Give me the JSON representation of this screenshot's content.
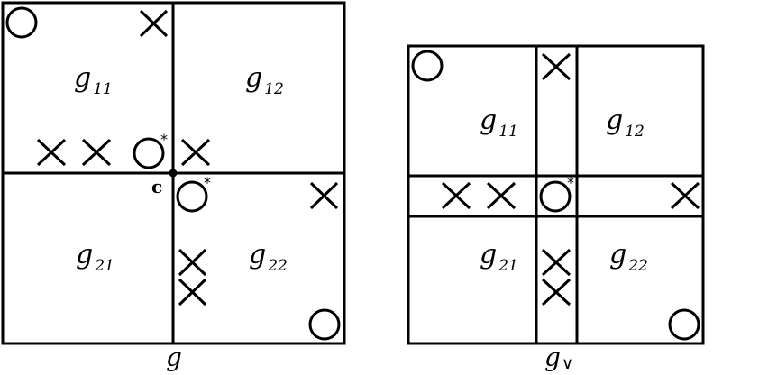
{
  "left_diagram": {
    "caption": "g",
    "point_label": "c",
    "star": "*",
    "cells": [
      {
        "base": "g",
        "sub": "11"
      },
      {
        "base": "g",
        "sub": "12"
      },
      {
        "base": "g",
        "sub": "21"
      },
      {
        "base": "g",
        "sub": "22"
      }
    ]
  },
  "right_diagram": {
    "caption": "g",
    "caption_sub": "∨",
    "star": "*",
    "cells": [
      {
        "base": "g",
        "sub": "11"
      },
      {
        "base": "g",
        "sub": "12"
      },
      {
        "base": "g",
        "sub": "21"
      },
      {
        "base": "g",
        "sub": "22"
      }
    ]
  }
}
